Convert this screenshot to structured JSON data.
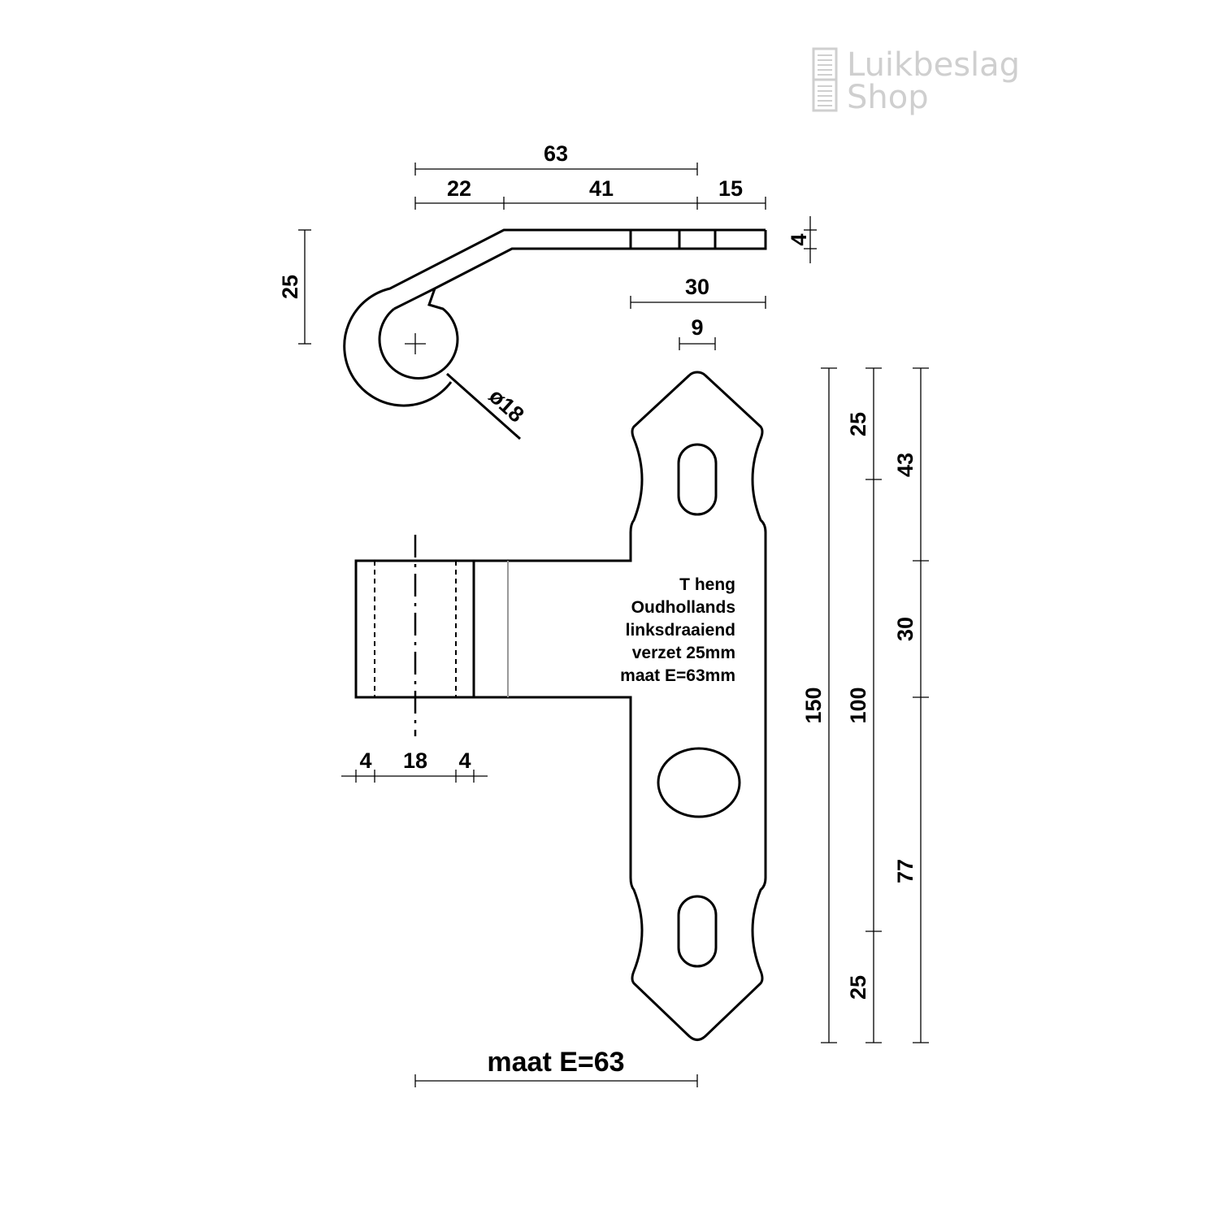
{
  "logo": {
    "line1": "Luikbeslag",
    "line2": "Shop"
  },
  "top_view": {
    "dims": {
      "total": "63",
      "seg1": "22",
      "seg2": "41",
      "seg3": "15",
      "thickness": "4",
      "height": "25",
      "slot_length": "30",
      "slot_width": "9",
      "diameter": "ø18"
    }
  },
  "front_view": {
    "dims": {
      "left_wall": "4",
      "bore": "18",
      "right_wall": "4",
      "total_length": "150",
      "hole_spacing": "100",
      "top_offset": "25",
      "bottom_offset": "25",
      "arm_top": "43",
      "arm_width": "30",
      "arm_bottom": "77"
    },
    "note": [
      "T heng",
      "Oudhollands",
      "linksdraaiend",
      "verzet 25mm",
      "maat E=63mm"
    ]
  },
  "caption": "maat E=63",
  "colors": {
    "line": "#000000",
    "logo": "#cfcfcf"
  }
}
